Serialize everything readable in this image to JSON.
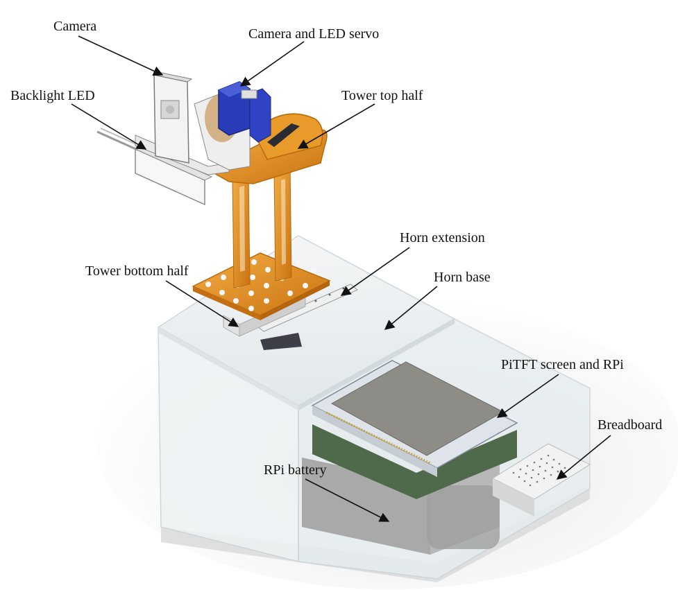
{
  "labels": {
    "camera": "Camera",
    "camera_led_servo": "Camera and LED servo",
    "backlight_led": "Backlight LED",
    "tower_top_half": "Tower top half",
    "horn_extension": "Horn extension",
    "tower_bottom_half": "Tower bottom half",
    "horn_base": "Horn base",
    "pitft_screen_rpi": "PiTFT screen and RPi",
    "breadboard": "Breadboard",
    "rpi_battery": "RPi battery"
  },
  "colors": {
    "tower_orange": "#e8961f",
    "servo_blue": "#2a3db8",
    "acrylic": "#e9eef0",
    "screen": "#8e8c86",
    "pcb_green": "#4f6a4a",
    "battery": "#b3b3b3"
  }
}
